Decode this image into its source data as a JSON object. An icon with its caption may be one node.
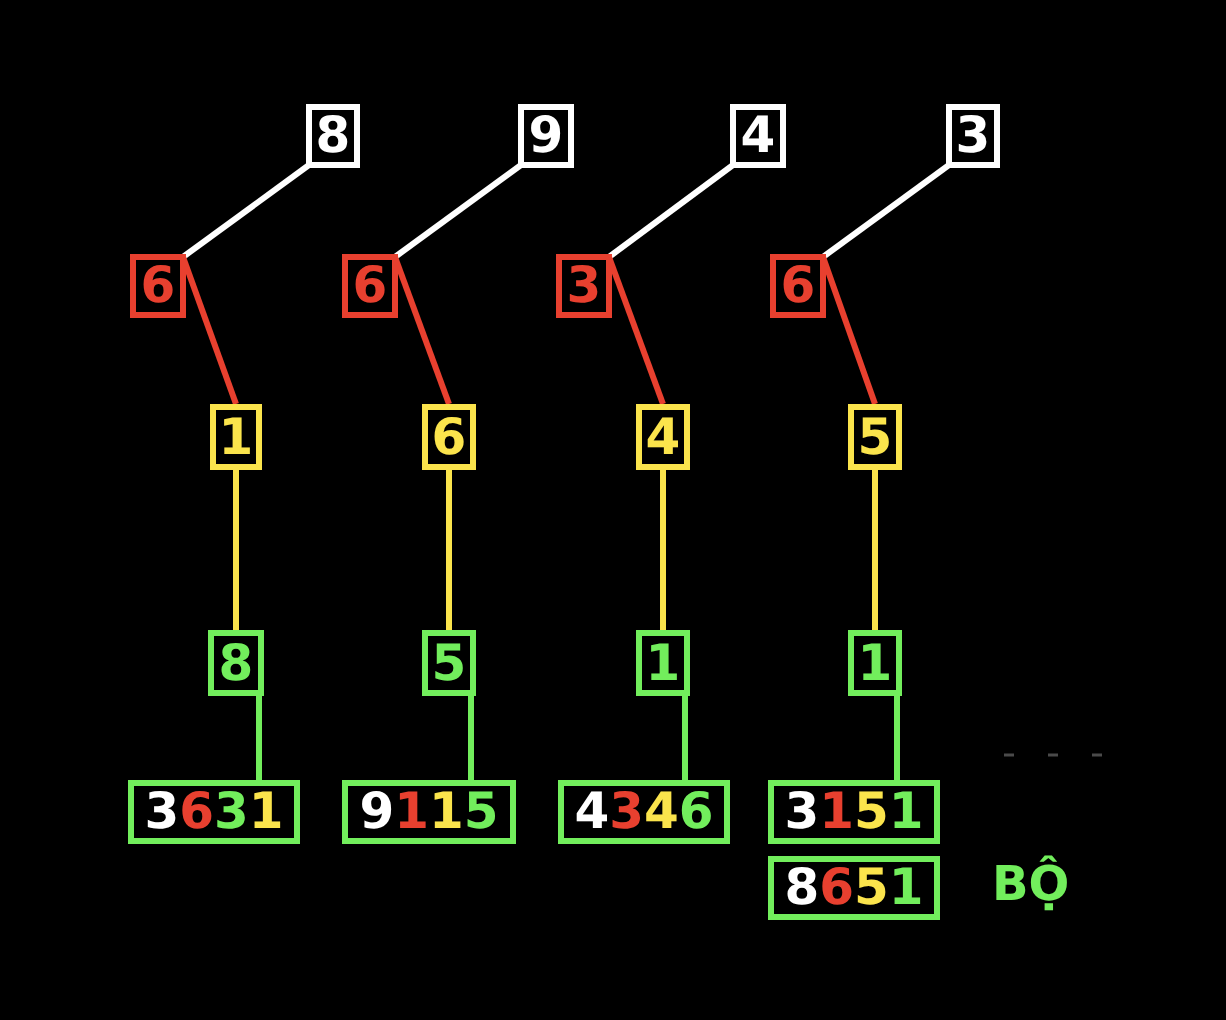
{
  "diagram": {
    "nodes": [
      {
        "text": [
          "8"
        ]
      },
      {
        "text": [
          "9"
        ]
      },
      {
        "text": [
          "4"
        ]
      },
      {
        "text": [
          "3"
        ]
      },
      {
        "text": [
          "6"
        ]
      },
      {
        "text": [
          "6"
        ]
      },
      {
        "text": [
          "3"
        ]
      },
      {
        "text": [
          "6"
        ]
      },
      {
        "text": [
          "1"
        ]
      },
      {
        "text": [
          "6"
        ]
      },
      {
        "text": [
          "4"
        ]
      },
      {
        "text": [
          "5"
        ]
      },
      {
        "text": [
          "8"
        ]
      },
      {
        "text": [
          "5"
        ]
      },
      {
        "text": [
          "1"
        ]
      },
      {
        "text": [
          "1"
        ]
      },
      {
        "text": [
          "3631"
        ]
      },
      {
        "text": [
          "9115"
        ]
      },
      {
        "text": [
          "4346"
        ]
      },
      {
        "text": [
          "3151"
        ]
      },
      {
        "text": [
          "8651"
        ]
      }
    ],
    "edges": [
      {
        "from": 0,
        "to": 4,
        "arrow": "none",
        "color": "#ffffff"
      },
      {
        "from": 1,
        "to": 5,
        "arrow": "none",
        "color": "#ffffff"
      },
      {
        "from": 2,
        "to": 6,
        "arrow": "none",
        "color": "#ffffff"
      },
      {
        "from": 3,
        "to": 7,
        "arrow": "none",
        "color": "#ffffff"
      },
      {
        "from": 4,
        "to": 8,
        "arrow": "none",
        "color": "#e8402f"
      },
      {
        "from": 5,
        "to": 9,
        "arrow": "none",
        "color": "#e8402f"
      },
      {
        "from": 6,
        "to": 10,
        "arrow": "none",
        "color": "#e8402f"
      },
      {
        "from": 7,
        "to": 11,
        "arrow": "none",
        "color": "#e8402f"
      },
      {
        "from": 8,
        "to": 12,
        "arrow": "none",
        "color": "#fbe44c"
      },
      {
        "from": 9,
        "to": 13,
        "arrow": "none",
        "color": "#fbe44c"
      },
      {
        "from": 10,
        "to": 14,
        "arrow": "none",
        "color": "#fbe44c"
      },
      {
        "from": 11,
        "to": 15,
        "arrow": "none",
        "color": "#fbe44c"
      },
      {
        "from": 12,
        "to": 16,
        "arrow": "none",
        "color": "#72ee5c"
      },
      {
        "from": 13,
        "to": 17,
        "arrow": "none",
        "color": "#72ee5c"
      },
      {
        "from": 14,
        "to": 18,
        "arrow": "none",
        "color": "#72ee5c"
      },
      {
        "from": 15,
        "to": 19,
        "arrow": "none",
        "color": "#72ee5c"
      }
    ],
    "labels": [
      "BỘ"
    ]
  }
}
